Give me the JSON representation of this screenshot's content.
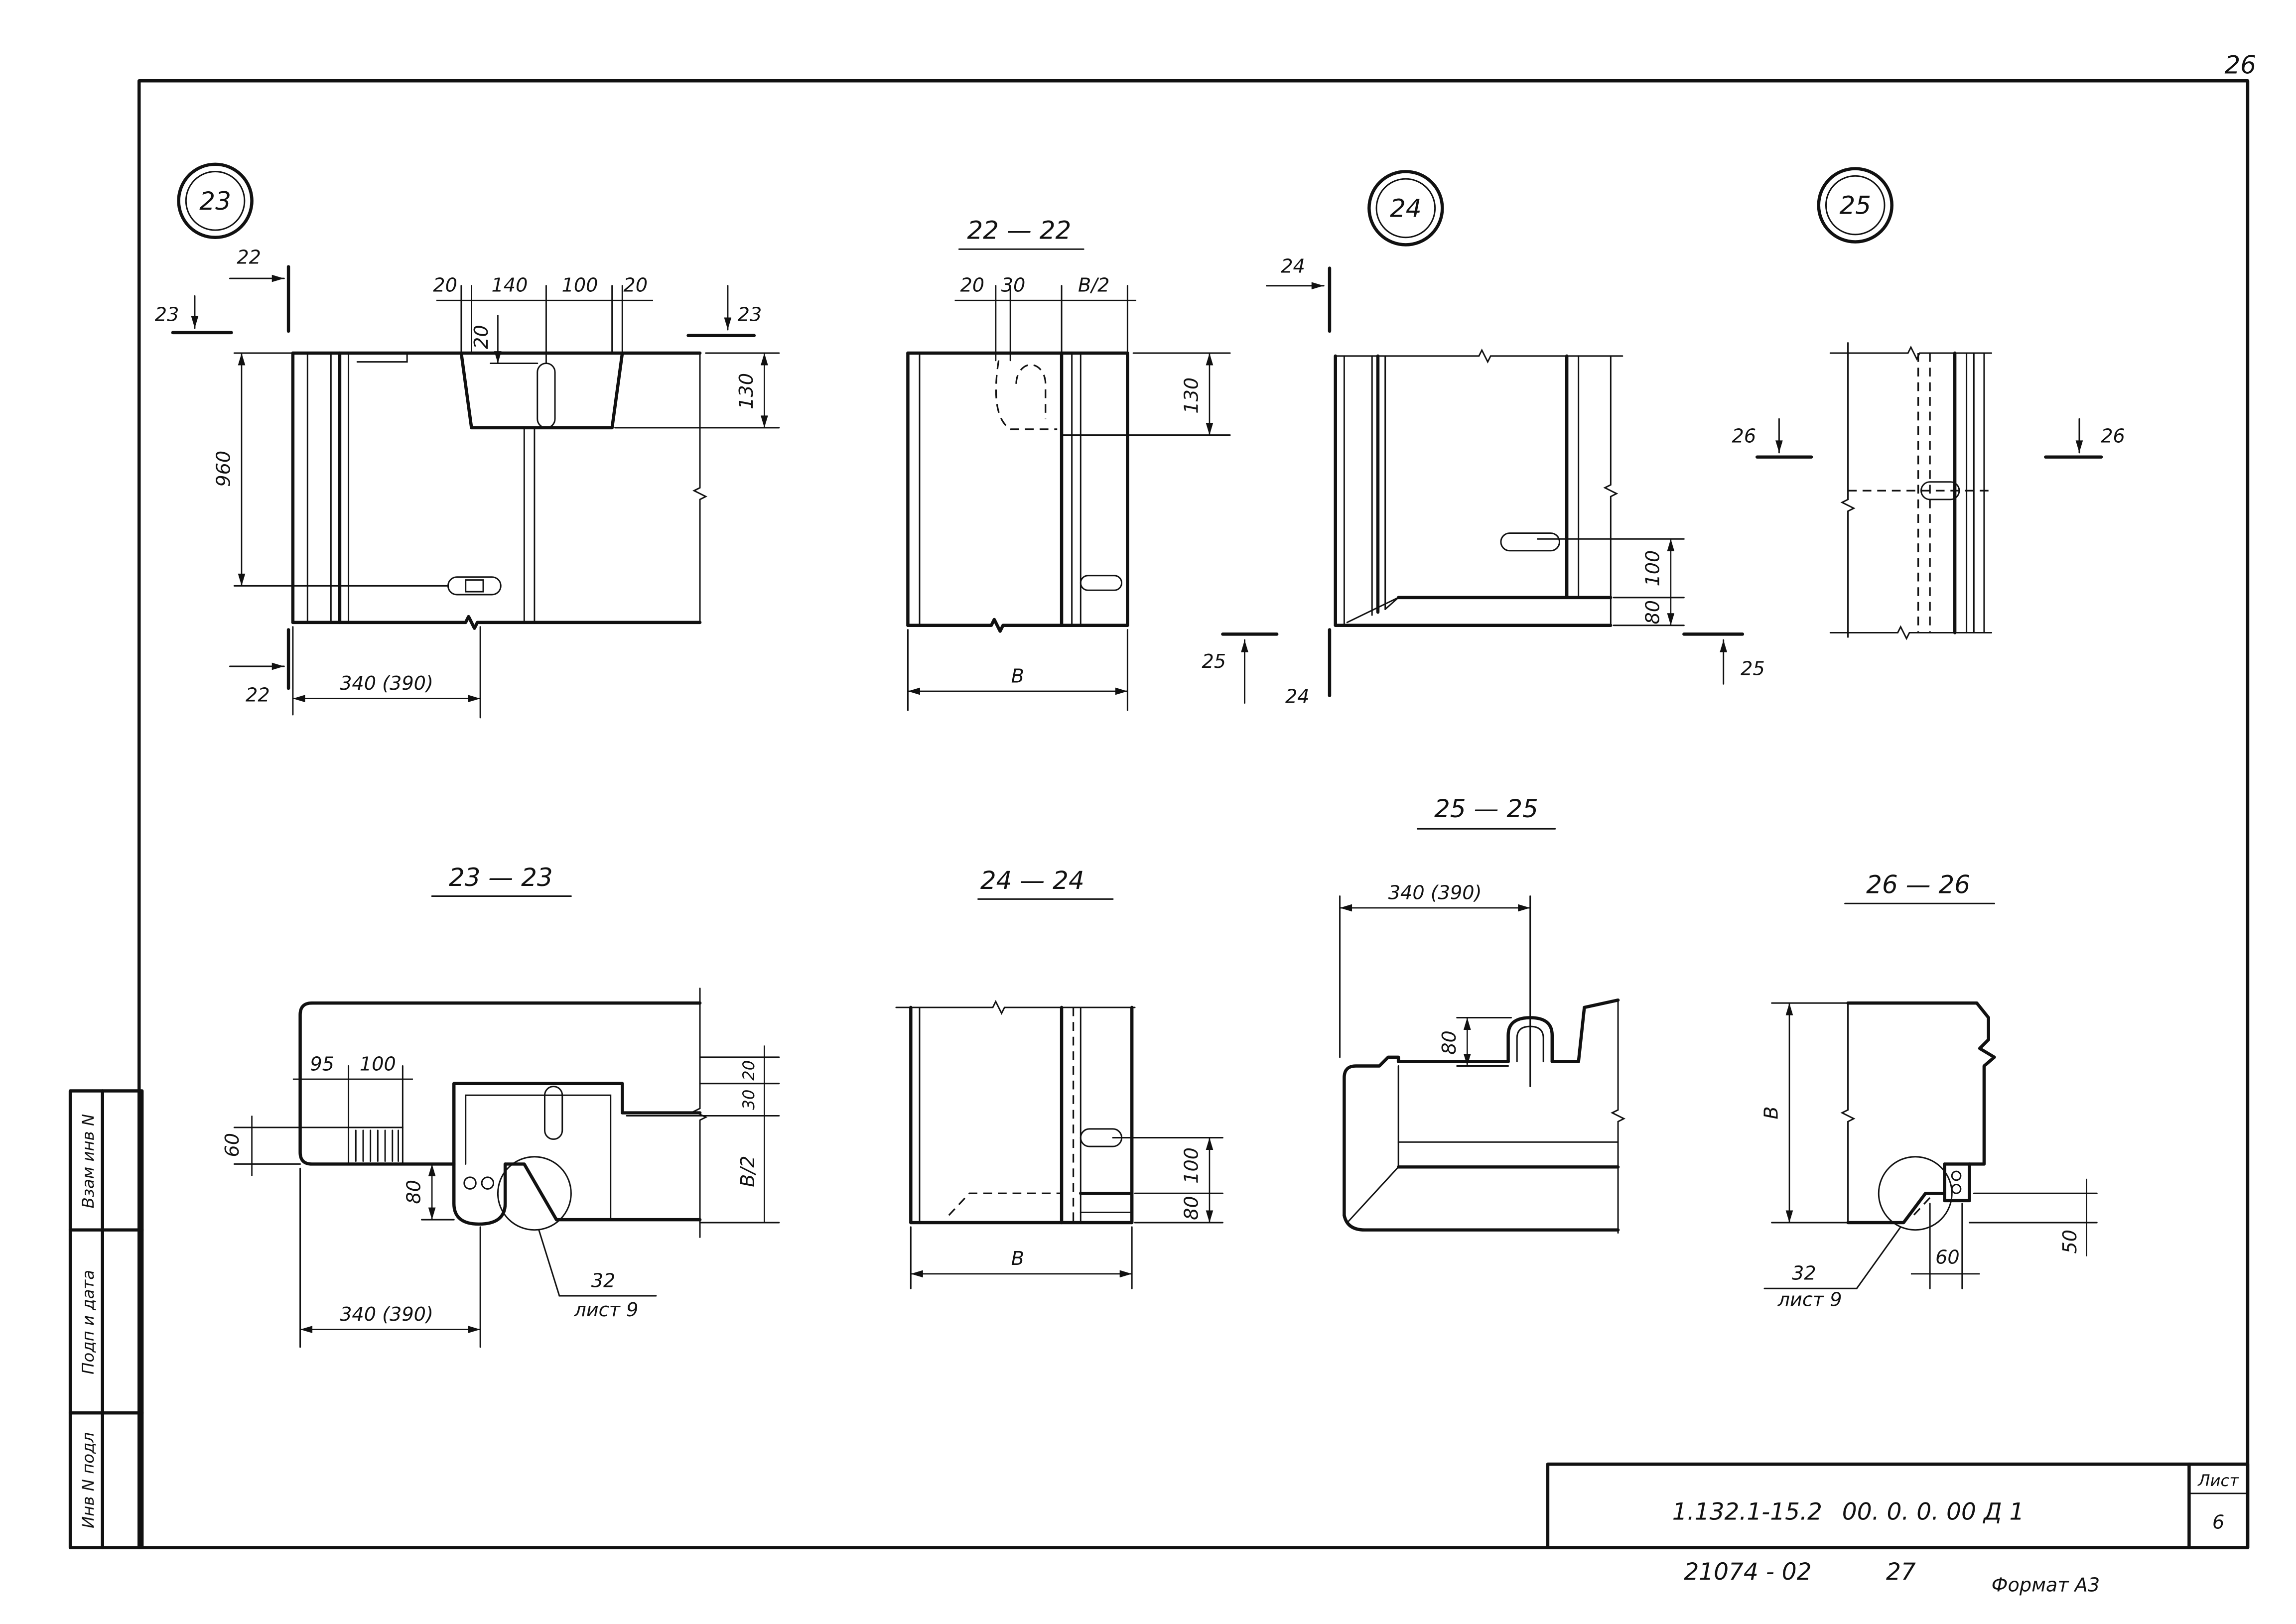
{
  "sheet": {
    "page_corner": "26",
    "order_number": "21074 - 02",
    "copy_number": "27",
    "format": "Формат А3"
  },
  "side_strip": {
    "replaced_inventory": "Взам инв N",
    "signature_date": "Подп и дата",
    "original_inventory": "Инв N подл"
  },
  "title_block": {
    "designation": "1.132.1-15.2",
    "document_code": "00. 0. 0. 00 Д 1",
    "sheet_label": "Лист",
    "sheet_number": "6"
  },
  "views": {
    "node_23": {
      "label": "23",
      "cut_marks": [
        "22",
        "23",
        "22",
        "23"
      ],
      "dims": [
        "20",
        "140",
        "100",
        "20",
        "20",
        "130",
        "960",
        "340 (390)"
      ]
    },
    "section_22_22": {
      "title": "22 — 22",
      "dims": [
        "20",
        "30",
        "В/2",
        "130",
        "В"
      ]
    },
    "node_24": {
      "label": "24",
      "cut_marks": [
        "24",
        "24",
        "25",
        "25"
      ],
      "dims": [
        "100",
        "80"
      ]
    },
    "node_25": {
      "label": "25",
      "cut_marks": [
        "26",
        "26"
      ]
    },
    "section_23_23": {
      "title": "23 — 23",
      "dims": [
        "95",
        "100",
        "60",
        "80",
        "20",
        "30",
        "В/2",
        "340 (390)"
      ],
      "callout": {
        "number": "32",
        "sheet": "лист 9"
      }
    },
    "section_24_24": {
      "title": "24 — 24",
      "dims": [
        "100",
        "80",
        "В"
      ]
    },
    "section_25_25": {
      "title": "25 — 25",
      "dims": [
        "340 (390)",
        "80"
      ]
    },
    "section_26_26": {
      "title": "26 — 26",
      "dims": [
        "В",
        "60",
        "50"
      ],
      "callout": {
        "number": "32",
        "sheet": "лист 9"
      }
    }
  }
}
